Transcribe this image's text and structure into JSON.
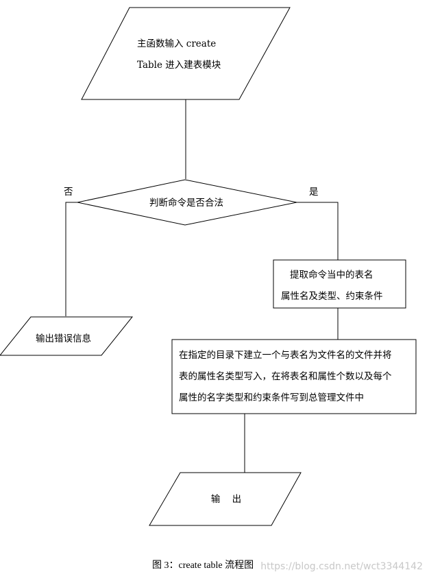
{
  "diagram": {
    "start": {
      "line1": "主函数输入 create",
      "line2": "Table 进入建表模块"
    },
    "decision": {
      "label": "判断命令是否合法",
      "no_label": "否",
      "yes_label": "是"
    },
    "error_output": {
      "label": "输出错误信息"
    },
    "extract": {
      "line1": "提取命令当中的表名",
      "line2": "属性名及类型、约束条件"
    },
    "create_file": {
      "line1": "在指定的目录下建立一个与表名为文件名的文件并将",
      "line2": "表的属性名类型写入，在将表名和属性个数以及每个",
      "line3": "属性的名字类型和约束条件写到总管理文件中"
    },
    "output": {
      "label": "输    出"
    }
  },
  "caption": "图 3：create table 流程图",
  "watermark": "https://blog.csdn.net/wct3344142"
}
